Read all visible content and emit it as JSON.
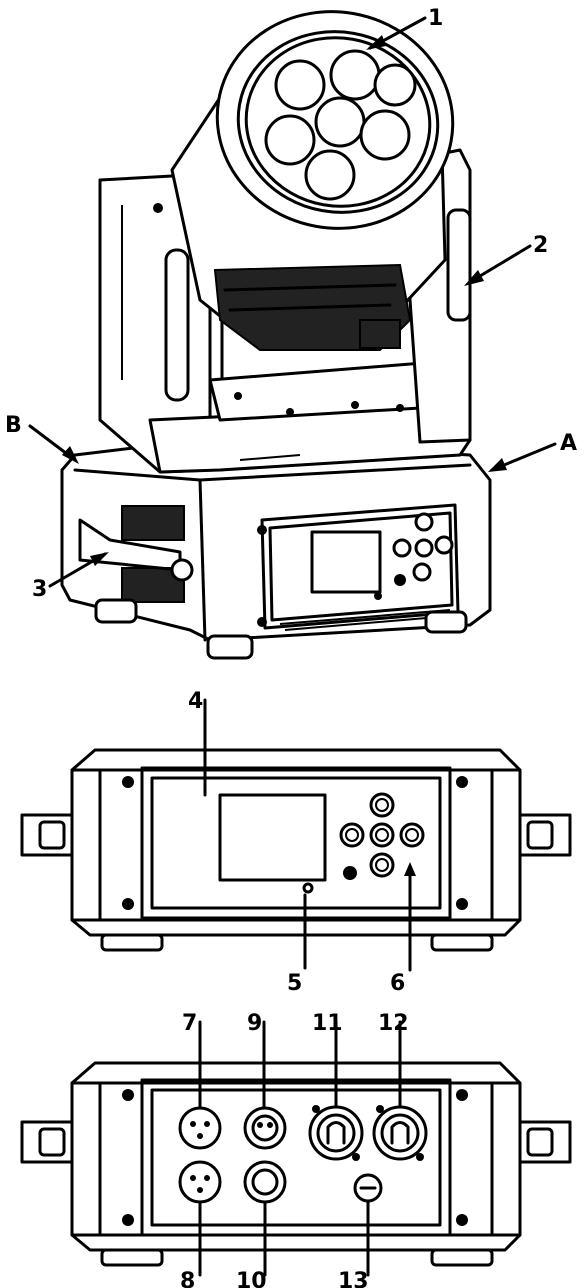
{
  "labels": {
    "l1": "1",
    "l2": "2",
    "l3": "3",
    "lA": "A",
    "lB": "B",
    "l4": "4",
    "l5": "5",
    "l6": "6",
    "l7": "7",
    "l8": "8",
    "l9": "9",
    "l10": "10",
    "l11": "11",
    "l12": "12",
    "l13": "13"
  }
}
